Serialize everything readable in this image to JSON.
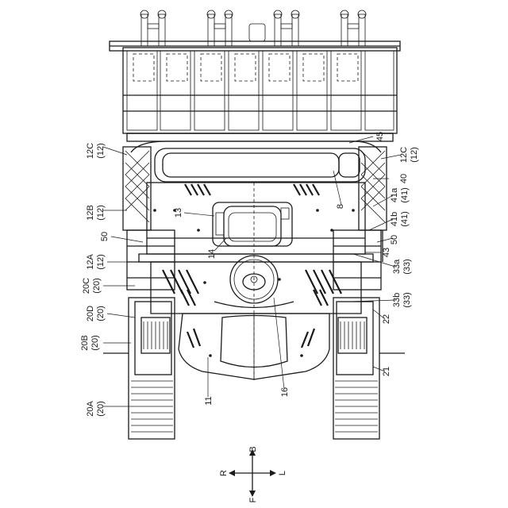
{
  "labels": {
    "l12c_left": "12C",
    "l12c_left_sub": "(12)",
    "l12b": "12B",
    "l12b_sub": "(12)",
    "l50_left": "50",
    "l12a": "12A",
    "l12a_sub": "(12)",
    "l20c": "20C",
    "l20c_sub": "(20)",
    "l20d": "20D",
    "l20d_sub": "(20)",
    "l20b": "20B",
    "l20b_sub": "(20)",
    "l20a": "20A",
    "l20a_sub": "(20)",
    "l13": "13",
    "l14": "14",
    "l11": "11",
    "l16": "16",
    "l8": "8",
    "l45": "45",
    "l12c_right": "12C",
    "l12c_right_sub": "(12)",
    "l40": "40",
    "l41a": "41a",
    "l41a_sub": "(41)",
    "l41b": "41b",
    "l41b_sub": "(41)",
    "l50_right": "50",
    "l43": "43",
    "l33a": "33a",
    "l33a_sub": "(33)",
    "l33b": "33b",
    "l33b_sub": "(33)",
    "l22": "22",
    "l21": "21"
  },
  "compass": {
    "back": "B",
    "front": "F",
    "right": "R",
    "left": "L"
  }
}
